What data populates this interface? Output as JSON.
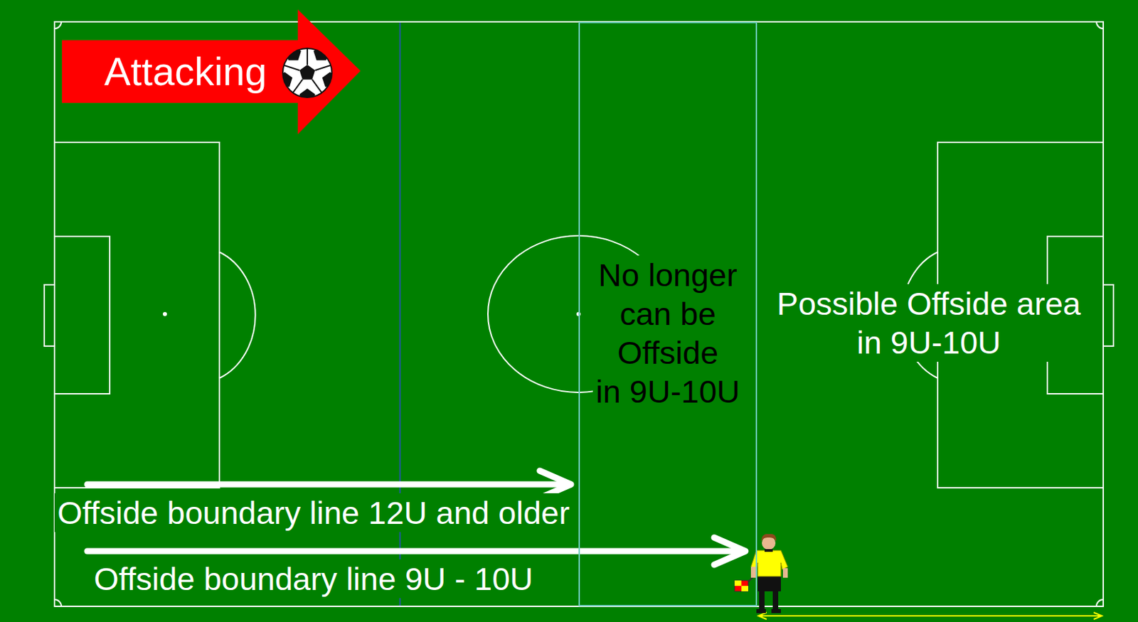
{
  "diagram": {
    "nodes": [
      {
        "text": [
          "Attacking"
        ]
      },
      {
        "text": [
          "No longer can be Offside in 9U-10U"
        ]
      }
    ],
    "labels": [
      "Possible Offside area in 9U-10U",
      "Offside boundary line 12U and older",
      "Offside boundary line 9U - 10U"
    ]
  }
}
